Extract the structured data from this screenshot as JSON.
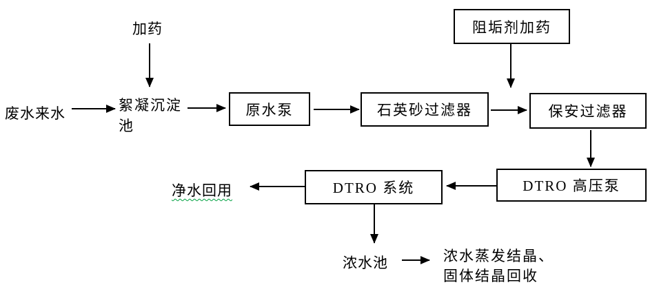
{
  "labels": {
    "dosing": "加药",
    "wastewater_inflow": "废水来水",
    "flocculation_tank_line1": "絮凝沉淀",
    "flocculation_tank_line2": "池",
    "raw_water_pump": "原水泵",
    "quartz_sand_filter": "石英砂过滤器",
    "antiscalant_dosing": "阻垢剂加药",
    "security_filter": "保安过滤器",
    "dtro_high_pressure_pump": "DTRO 高压泵",
    "dtro_system": "DTRO 系统",
    "clean_water_reuse": "净水回用",
    "concentrate_tank": "浓水池",
    "concentrate_disposal_line1": "浓水蒸发结晶、",
    "concentrate_disposal_line2": "固体结晶回收"
  },
  "colors": {
    "line": "#000000",
    "box_border": "#000000",
    "text": "#000000",
    "background": "#ffffff",
    "grammar_underline": "#00a040"
  }
}
